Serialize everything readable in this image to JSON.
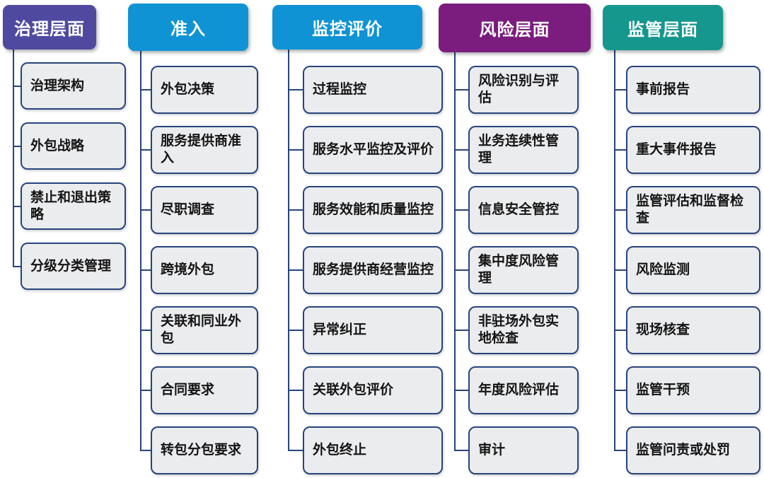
{
  "diagram": {
    "connector_color": "#26457e",
    "item_bg": "#ebecee",
    "item_border": "#26457e",
    "columns": [
      {
        "title": "治理层面",
        "color": "#4f4aa0",
        "items": [
          "治理架构",
          "外包战略",
          "禁止和退出策略",
          "分级分类管理"
        ]
      },
      {
        "title": "准入",
        "color": "#0f93d4",
        "items": [
          "外包决策",
          "服务提供商准入",
          "尽职调查",
          "跨境外包",
          "关联和同业外包",
          "合同要求",
          "转包分包要求"
        ]
      },
      {
        "title": "监控评价",
        "color": "#0f93d4",
        "items": [
          "过程监控",
          "服务水平监控及评价",
          "服务效能和质量监控",
          "服务提供商经营监控",
          "异常纠正",
          "关联外包评价",
          "外包终止"
        ]
      },
      {
        "title": "风险层面",
        "color": "#7a1d7e",
        "items": [
          "风险识别与评估",
          "业务连续性管理",
          "信息安全管控",
          "集中度风险管理",
          "非驻场外包实地检查",
          "年度风险评估",
          "审计"
        ]
      },
      {
        "title": "监管层面",
        "color": "#15978e",
        "items": [
          "事前报告",
          "重大事件报告",
          "监管评估和监督检查",
          "风险监测",
          "现场核查",
          "监管干预",
          "监管问责或处罚"
        ]
      }
    ]
  }
}
